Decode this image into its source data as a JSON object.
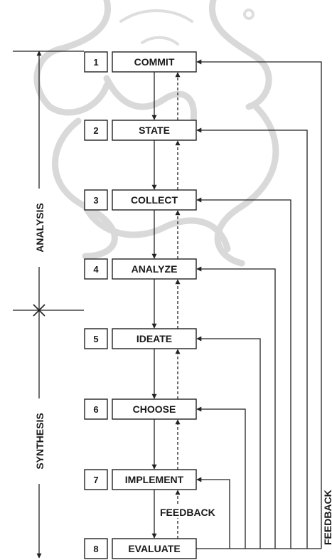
{
  "steps": [
    {
      "number": "1",
      "label": "COMMIT"
    },
    {
      "number": "2",
      "label": "STATE"
    },
    {
      "number": "3",
      "label": "COLLECT"
    },
    {
      "number": "4",
      "label": "ANALYZE"
    },
    {
      "number": "5",
      "label": "IDEATE"
    },
    {
      "number": "6",
      "label": "CHOOSE"
    },
    {
      "number": "7",
      "label": "IMPLEMENT"
    },
    {
      "number": "8",
      "label": "EVALUATE"
    }
  ],
  "phases": {
    "analysis": "ANALYSIS",
    "synthesis": "SYNTHESIS"
  },
  "feedback_label_inner": "FEEDBACK",
  "feedback_label_outer": "FEEDBACK",
  "colors": {
    "line": "#222222",
    "watermark": "#d9d9d9"
  }
}
